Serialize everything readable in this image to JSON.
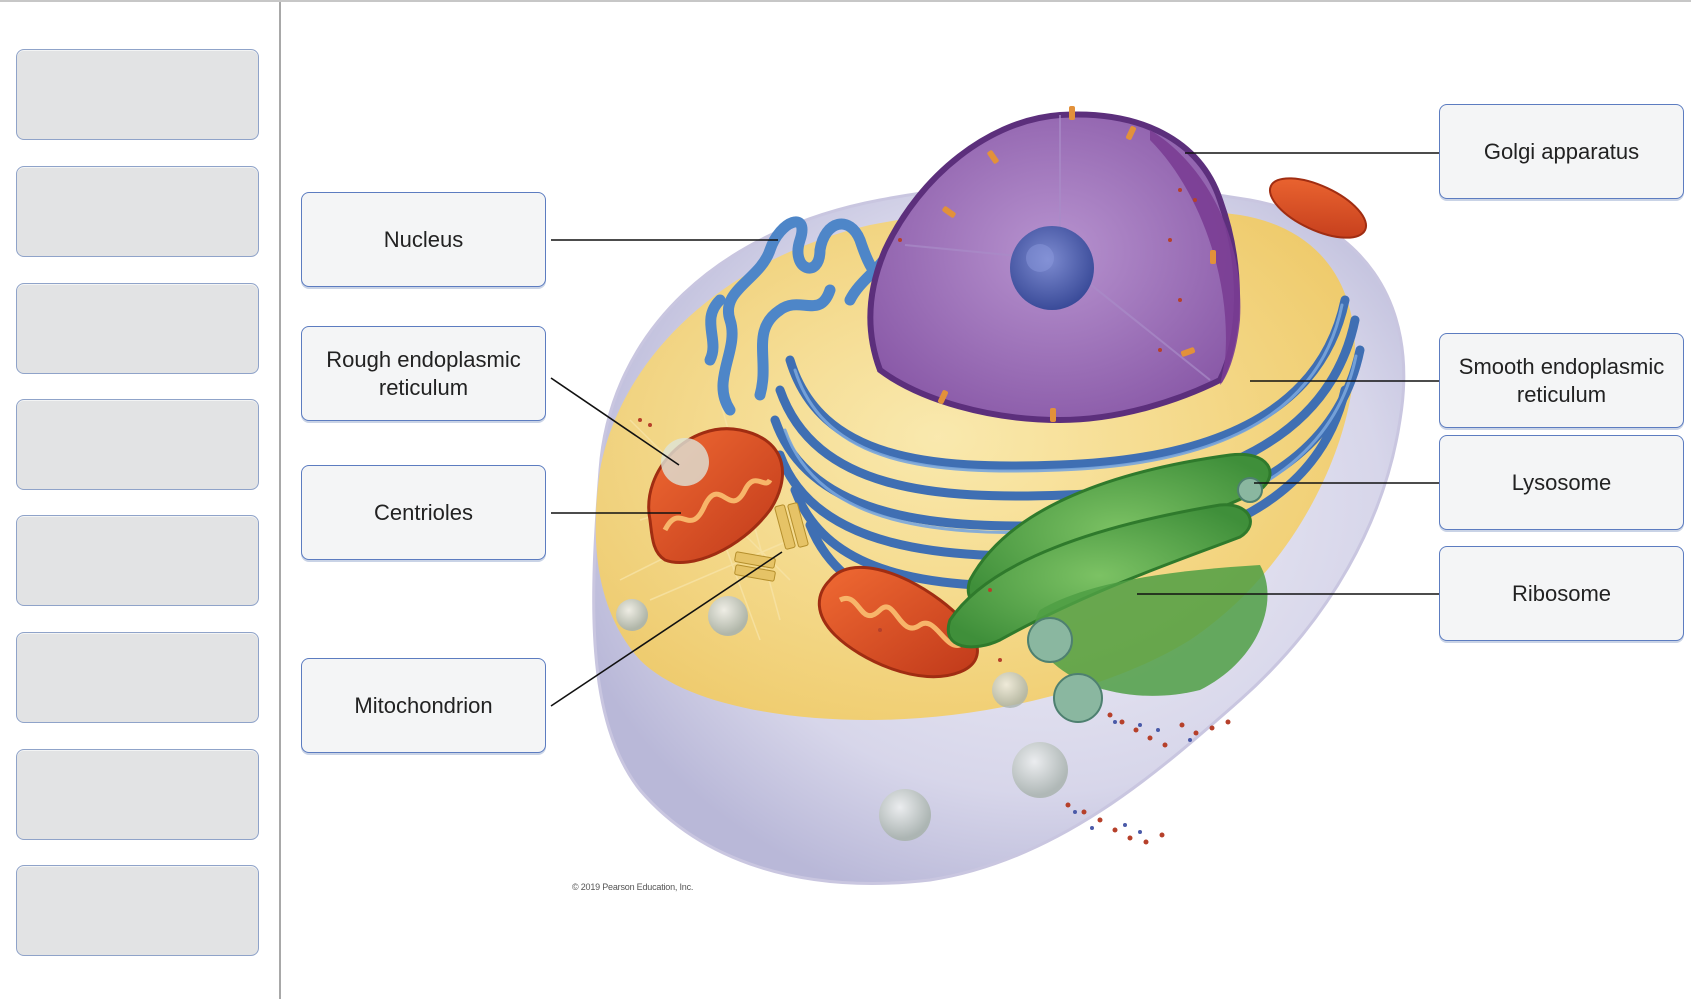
{
  "drop_slots": [
    {
      "value": ""
    },
    {
      "value": ""
    },
    {
      "value": ""
    },
    {
      "value": ""
    },
    {
      "value": ""
    },
    {
      "value": ""
    },
    {
      "value": ""
    },
    {
      "value": ""
    }
  ],
  "labels": {
    "nucleus": "Nucleus",
    "rough_er": "Rough endoplasmic reticulum",
    "centrioles": "Centrioles",
    "mitochondrion": "Mitochondrion",
    "golgi": "Golgi apparatus",
    "smooth_er": "Smooth endoplasmic reticulum",
    "lysosome": "Lysosome",
    "ribosome": "Ribosome"
  },
  "credit": "© 2019 Pearson Education, Inc.",
  "colors": {
    "label_border": "#5c7cc0",
    "slot_fill": "#e2e3e4",
    "cytoplasm": "#f5d77a",
    "nucleus": "#9a6bb5",
    "er": "#4a7dc0",
    "golgi": "#5fae4e",
    "mitochondrion": "#e0592b"
  }
}
